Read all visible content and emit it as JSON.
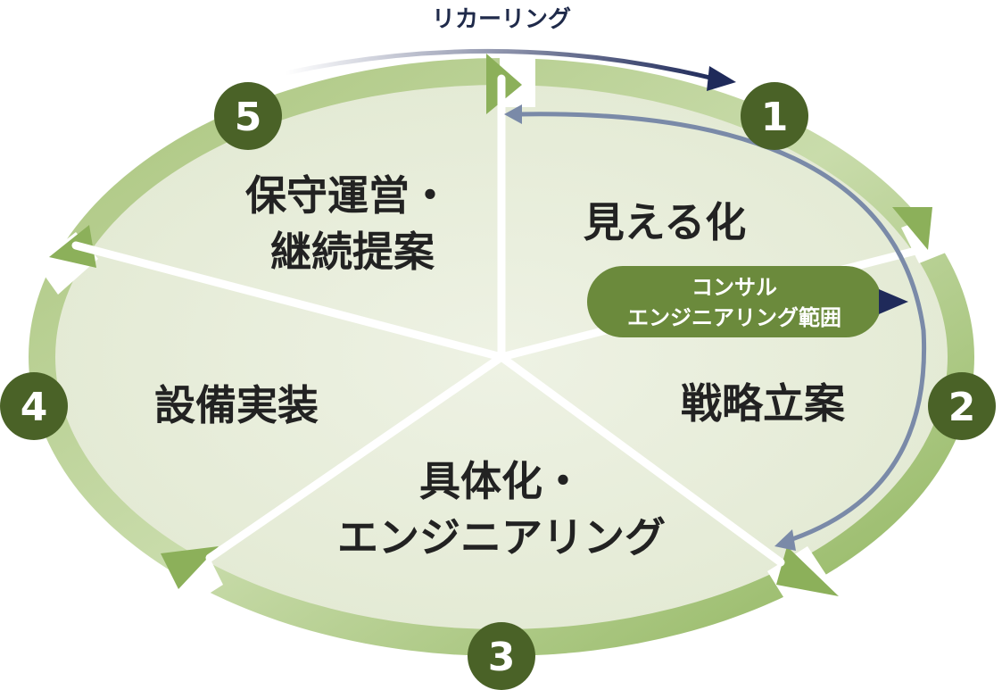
{
  "recurring_label": "リカーリング",
  "segments": {
    "visualize": "見える化",
    "strategy": "戦略立案",
    "engineering_line1": "具体化・",
    "engineering_line2": "エンジニアリング",
    "implementation": "設備実装",
    "maintenance_line1": "保守運営・",
    "maintenance_line2": "継続提案"
  },
  "steps": [
    "1",
    "2",
    "3",
    "4",
    "5"
  ],
  "consulting": {
    "line1": "コンサル",
    "line2": "エンジニアリング範囲"
  },
  "colors": {
    "ellipse_fill": "#e8eedb",
    "ring_green": "#8cb05a",
    "badge": "#4a6227",
    "pill": "#6b8a3c",
    "arrow_navy": "#1f2a5a",
    "arrow_steel": "#7a8aa8"
  }
}
